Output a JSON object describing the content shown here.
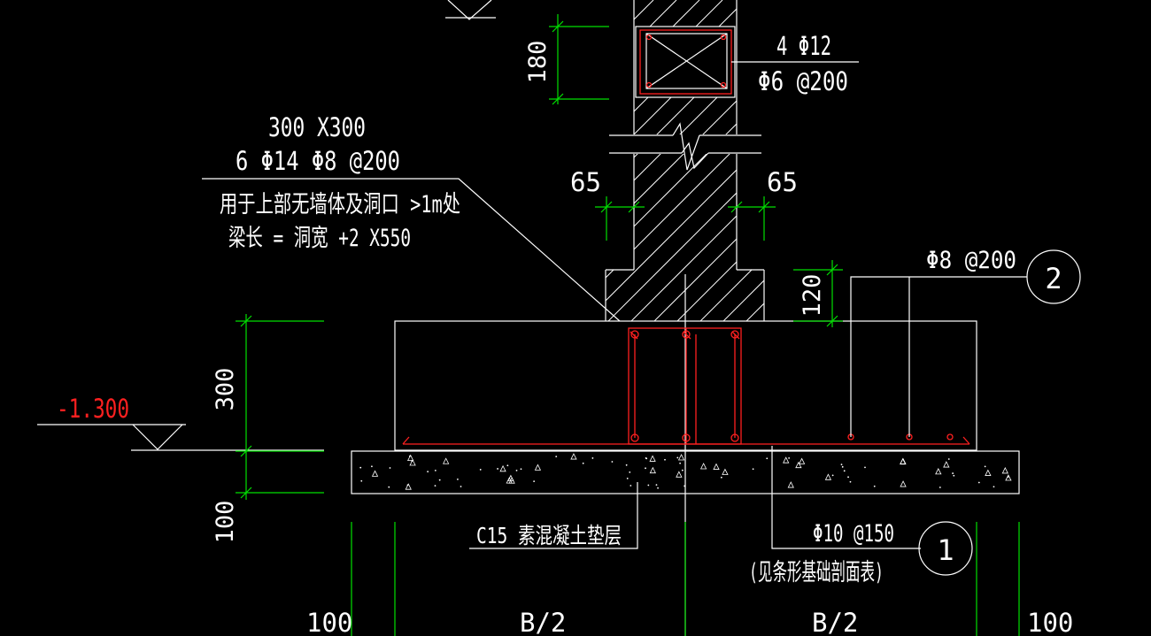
{
  "colors": {
    "background": "#000000",
    "line_white": "#ffffff",
    "dimension_green": "#00e000",
    "rebar_red": "#ff2020",
    "elevation_red": "#ff2020"
  },
  "labels": {
    "collar_bars": "4 Φ12",
    "collar_stirrup": "Φ6 @200",
    "beam_size": "300 X300",
    "beam_rebar": "6 Φ14   Φ8 @200",
    "beam_note_1": "用于上部无墙体及洞口 >1m处",
    "beam_note_2": "梁长 = 洞宽 +2 X550",
    "dist_bars": "Φ8 @200",
    "callout_2": "2",
    "main_bars": "Φ10 @150",
    "main_bars_note": "(见条形基础剖面表)",
    "callout_1": "1",
    "cushion": "C15 素混凝土垫层",
    "elevation": "-1.300"
  },
  "dimensions": {
    "collar_height": "180",
    "offset_left": "65",
    "offset_right": "65",
    "step_height": "120",
    "footing_height": "300",
    "cushion_thickness": "100",
    "bottom_left": "100",
    "bottom_half_left": "B/2",
    "bottom_half_right": "B/2",
    "bottom_right": "100"
  }
}
